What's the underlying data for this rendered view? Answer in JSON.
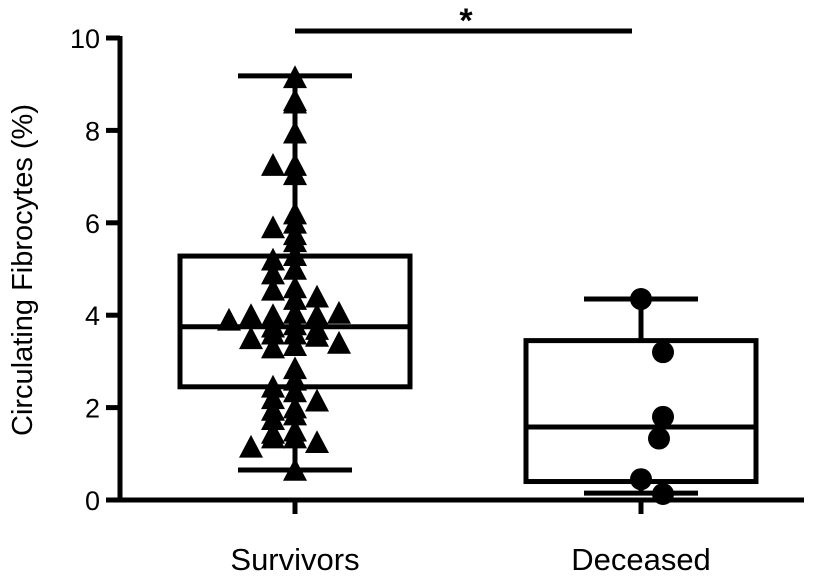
{
  "chart_data": {
    "type": "box",
    "title": "",
    "xlabel": "",
    "ylabel": "Circulating Fibrocytes (%)",
    "ylim": [
      0,
      10
    ],
    "yticks": [
      "0",
      "2",
      "4",
      "6",
      "8",
      "10"
    ],
    "grid": false,
    "significance": {
      "from": "Survivors",
      "to": "Deceased",
      "label": "*"
    },
    "groups": [
      {
        "name": "Survivors",
        "marker": "triangle",
        "box": {
          "min": 0.65,
          "q1": 2.45,
          "median": 3.75,
          "q3": 5.28,
          "max": 9.18
        },
        "points": [
          9.15,
          8.6,
          8.65,
          7.95,
          7.25,
          7.25,
          7.05,
          6.2,
          6.0,
          5.9,
          5.75,
          5.6,
          5.3,
          5.2,
          5.0,
          4.9,
          4.6,
          4.55,
          4.4,
          4.35,
          4.05,
          4.0,
          4.0,
          4.0,
          4.05,
          3.9,
          3.8,
          3.75,
          3.7,
          3.6,
          3.6,
          3.55,
          3.5,
          3.4,
          3.35,
          3.3,
          2.85,
          2.6,
          2.45,
          2.35,
          2.2,
          2.15,
          2.0,
          1.95,
          1.85,
          1.75,
          1.5,
          1.45,
          1.35,
          1.35,
          1.25,
          1.15,
          0.65
        ]
      },
      {
        "name": "Deceased",
        "marker": "circle",
        "box": {
          "min": 0.15,
          "q1": 0.4,
          "median": 1.58,
          "q3": 3.45,
          "max": 4.35
        },
        "points": [
          4.35,
          3.2,
          1.8,
          1.33,
          0.45,
          0.13
        ]
      }
    ]
  }
}
